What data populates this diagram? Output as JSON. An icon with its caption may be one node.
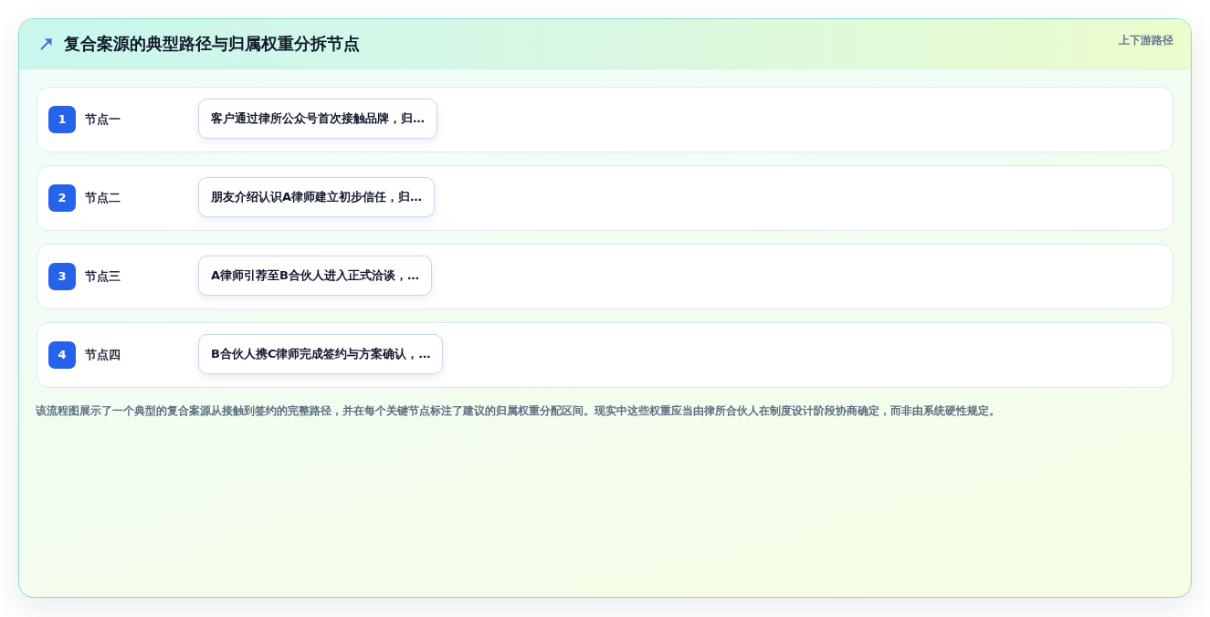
{
  "diagram": {
    "title": "复合案源的典型路径与归属权重分拆节点",
    "caption": "该流程图展示了一个典型的复合案源从接触到签约的完整路径，并在每个关键节点标注了建议的归属权重分配区间。现实中这些权重应当由律所合伙人在制度设计阶段协商确定，而非由系统硬性规定。",
    "nodes": [
      {
        "text": [
          "节点一"
        ]
      },
      {
        "text": [
          "1"
        ],
        "in": 0
      },
      {
        "text": [
          "客户通过律所公众号首次接触品牌，归…"
        ],
        "in": 0
      },
      {
        "text": [
          "节点二"
        ]
      },
      {
        "text": [
          "2"
        ],
        "in": 3
      },
      {
        "text": [
          "朋友介绍认识A律师建立初步信任，归…"
        ],
        "in": 3
      },
      {
        "text": [
          "节点三"
        ]
      },
      {
        "text": [
          "3"
        ],
        "in": 6
      },
      {
        "text": [
          "A律师引荐至B合伙人进入正式洽谈，…"
        ],
        "in": 6
      },
      {
        "text": [
          "节点四"
        ]
      },
      {
        "text": [
          "4"
        ],
        "in": 9
      },
      {
        "text": [
          "B合伙人携C律师完成签约与方案确认，…"
        ],
        "in": 9
      }
    ],
    "labels": [
      "上下游路径"
    ]
  }
}
